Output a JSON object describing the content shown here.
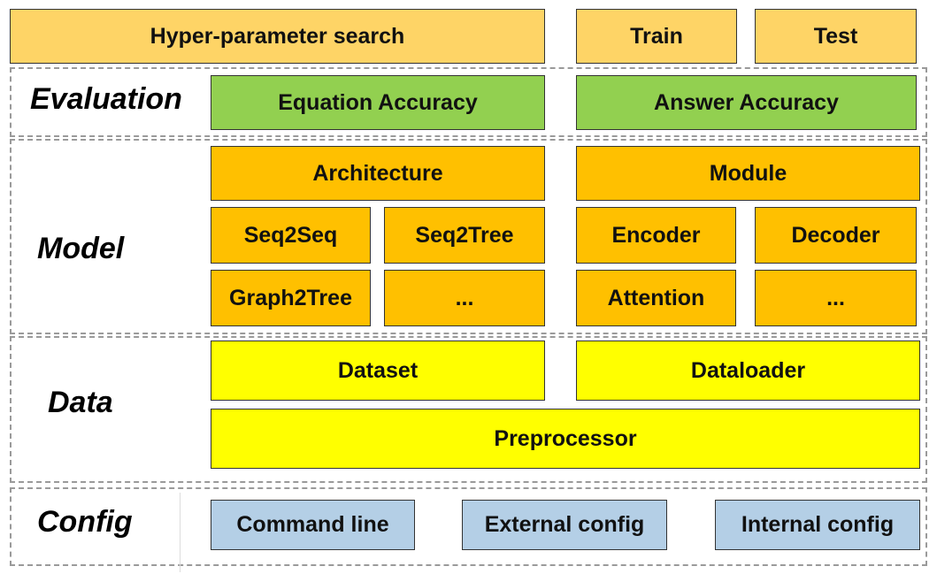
{
  "top": {
    "hyper": "Hyper-parameter search",
    "train": "Train",
    "test": "Test"
  },
  "evaluation": {
    "label": "Evaluation",
    "equation": "Equation Accuracy",
    "answer": "Answer Accuracy"
  },
  "model": {
    "label": "Model",
    "architecture": "Architecture",
    "module": "Module",
    "seq2seq": "Seq2Seq",
    "seq2tree": "Seq2Tree",
    "graph2tree": "Graph2Tree",
    "arch_more": "...",
    "encoder": "Encoder",
    "decoder": "Decoder",
    "attention": "Attention",
    "module_more": "..."
  },
  "data": {
    "label": "Data",
    "dataset": "Dataset",
    "dataloader": "Dataloader",
    "preprocessor": "Preprocessor"
  },
  "config": {
    "label": "Config",
    "command_line": "Command line",
    "external": "External config",
    "internal": "Internal config"
  },
  "colors": {
    "top": "#fed466",
    "evaluation": "#92d050",
    "model": "#ffc000",
    "data": "#ffff00",
    "config": "#b4cfe6"
  }
}
